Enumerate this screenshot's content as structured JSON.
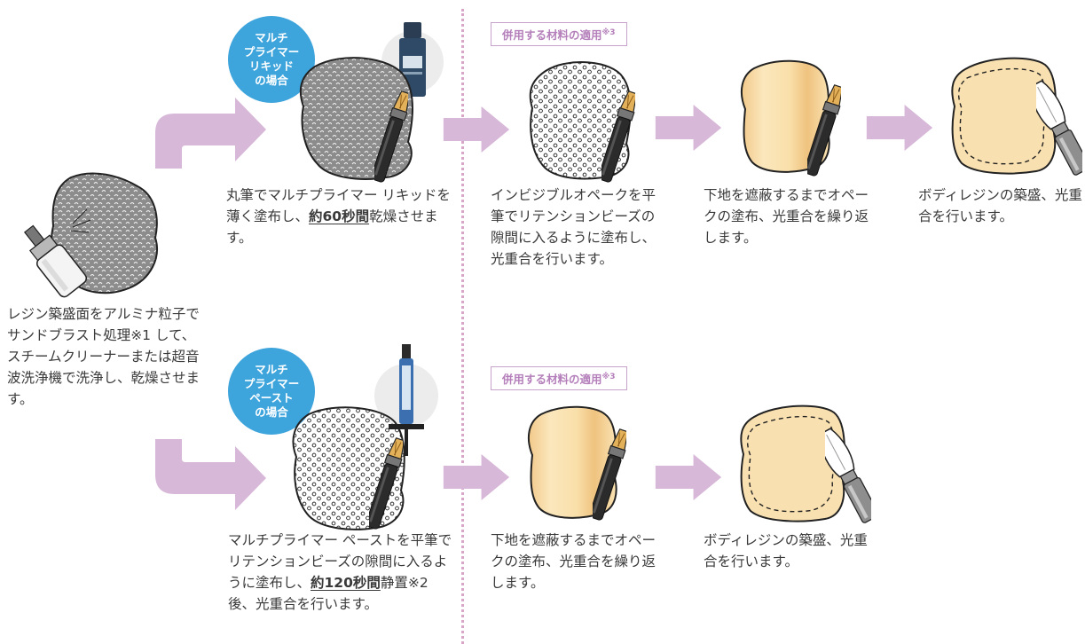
{
  "colors": {
    "arrow": "#d8b8d9",
    "badge": "#3ea4dc",
    "tag_border": "#c7a3cc",
    "tag_text": "#b47fba",
    "divider": "#d7a6c9",
    "tooth_fill": "#f8dfa8"
  },
  "icons": [
    "sandblaster-icon",
    "brush-icon",
    "spatula-icon",
    "liquid-bottle-icon",
    "paste-syringe-icon"
  ],
  "start": {
    "text": "レジン築盛面をアルミナ粒子でサンドブラスト処理※1 して、スチームクリーナーまたは超音波洗浄機で洗浄し、乾燥させます。"
  },
  "top": {
    "badge": [
      "マルチ",
      "プライマー",
      "リキッド",
      "の場合"
    ],
    "step1": {
      "pre": "丸筆でマルチプライマー リキッドを薄く塗布し、",
      "bold": "約60秒間",
      "post": "乾燥させます。"
    },
    "tag": "併用する材料の適用",
    "tag_sup": "※3",
    "step2": "インビジブルオペークを平筆でリテンションビーズの隙間に入るように塗布し、光重合を行います。",
    "step3": "下地を遮蔽するまでオペークの塗布、光重合を繰り返します。",
    "step4": "ボディレジンの築盛、光重合を行います。"
  },
  "bottom": {
    "badge": [
      "マルチ",
      "プライマー",
      "ペースト",
      "の場合"
    ],
    "step1": {
      "pre": "マルチプライマー ペーストを平筆でリテンションビーズの隙間に入るように塗布し、",
      "bold": "約120秒間",
      "post": "静置※2後、光重合を行います。"
    },
    "tag": "併用する材料の適用",
    "tag_sup": "※3",
    "step2": "下地を遮蔽するまでオペークの塗布、光重合を繰り返します。",
    "step3": "ボディレジンの築盛、光重合を行います。"
  }
}
